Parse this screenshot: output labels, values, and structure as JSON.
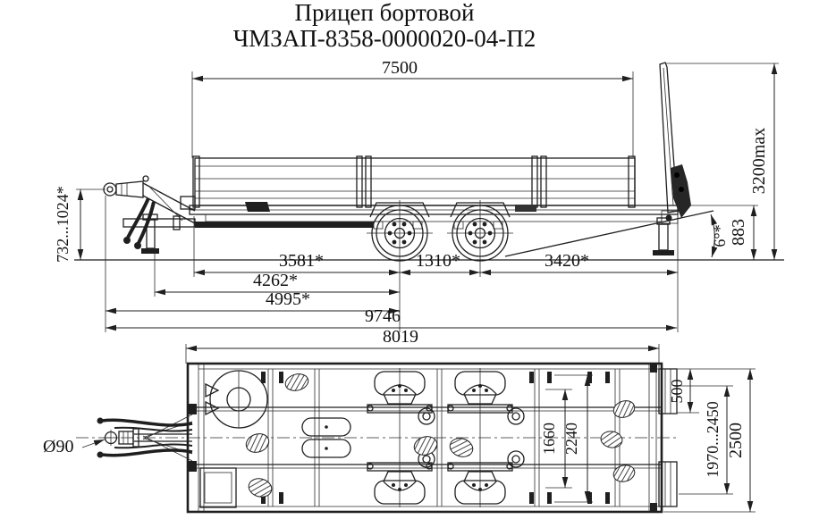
{
  "title": {
    "line1": "Прицеп бортовой",
    "line2": "ЧМЗАП-8358-0000020-04-П2"
  },
  "side_view": {
    "dims": {
      "platform_length": "7500",
      "drawbar_eye_height": "732...1024*",
      "front_to_axle1": "3581*",
      "axle_base": "1310*",
      "axle2_to_rear_support": "3420*",
      "leg_to_axle1": "4262*",
      "eye_to_axle1": "4995*",
      "overall_length": "9746",
      "ramp_height_max": "3200max",
      "rear_frame_height": "883",
      "loading_angle": "6°*"
    }
  },
  "plan_view": {
    "dims": {
      "frame_length": "8019",
      "tow_eye_diameter": "Ø90",
      "inner_frame_width": "1660",
      "frame_width": "2240",
      "rear_plate_offset": "500",
      "ramp_track_width": "1970...2450",
      "overall_width": "2500"
    }
  }
}
